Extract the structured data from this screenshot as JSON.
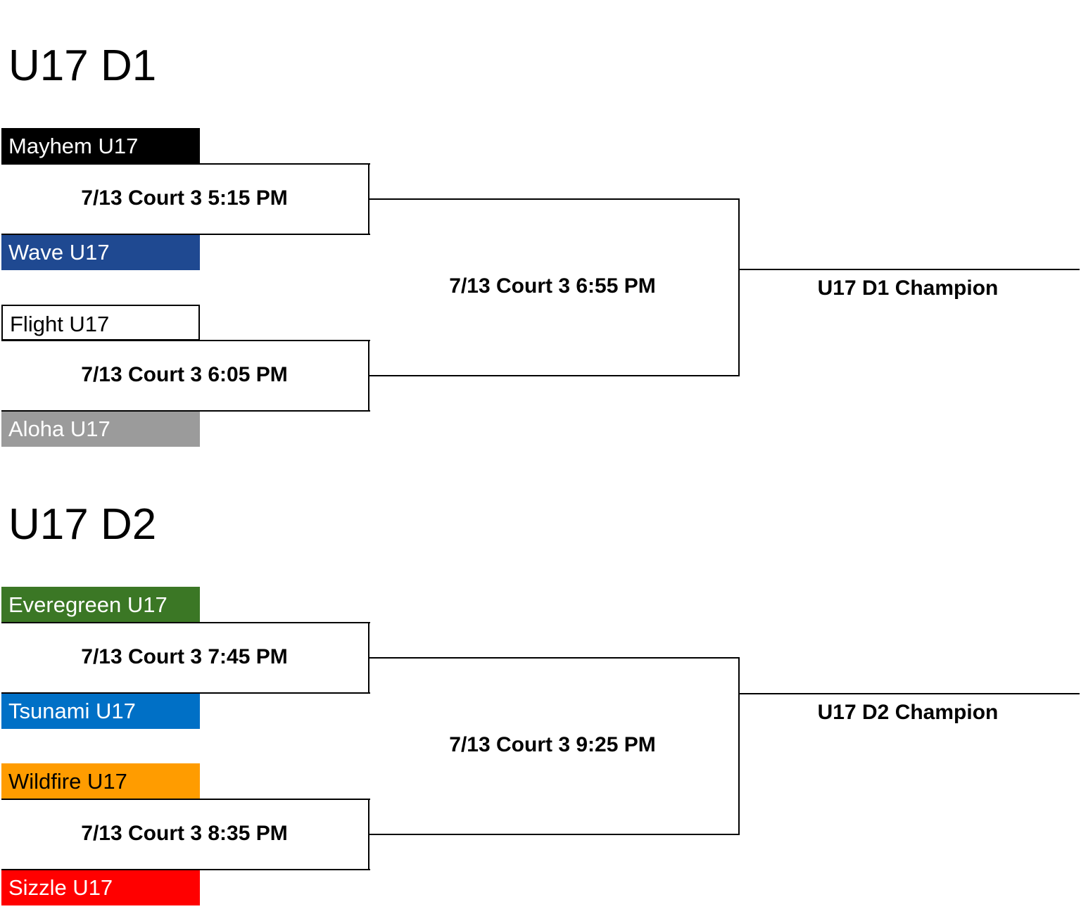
{
  "brackets": [
    {
      "title": "U17 D1",
      "teams": [
        {
          "name": "Mayhem U17",
          "bg": "#000000",
          "fg": "#ffffff"
        },
        {
          "name": "Wave U17",
          "bg": "#1f4991",
          "fg": "#ffffff"
        },
        {
          "name": "Flight U17",
          "bg": "#ffffff",
          "fg": "#000000",
          "border": "#000000"
        },
        {
          "name": "Aloha U17",
          "bg": "#9b9b9b",
          "fg": "#ffffff"
        }
      ],
      "semi1": "7/13 Court 3 5:15 PM",
      "semi2": "7/13 Court 3 6:05 PM",
      "final": "7/13 Court 3 6:55 PM",
      "champion": "U17 D1 Champion"
    },
    {
      "title": "U17 D2",
      "teams": [
        {
          "name": "Everegreen U17",
          "bg": "#3b7725",
          "fg": "#ffffff"
        },
        {
          "name": "Tsunami U17",
          "bg": "#0070c6",
          "fg": "#ffffff"
        },
        {
          "name": "Wildfire U17",
          "bg": "#ff9c00",
          "fg": "#000000"
        },
        {
          "name": "Sizzle U17",
          "bg": "#ff0000",
          "fg": "#ffffff"
        }
      ],
      "semi1": "7/13 Court 3 7:45 PM",
      "semi2": "7/13 Court 3 8:35 PM",
      "final": "7/13 Court 3 9:25 PM",
      "champion": "U17 D2 Champion"
    }
  ]
}
